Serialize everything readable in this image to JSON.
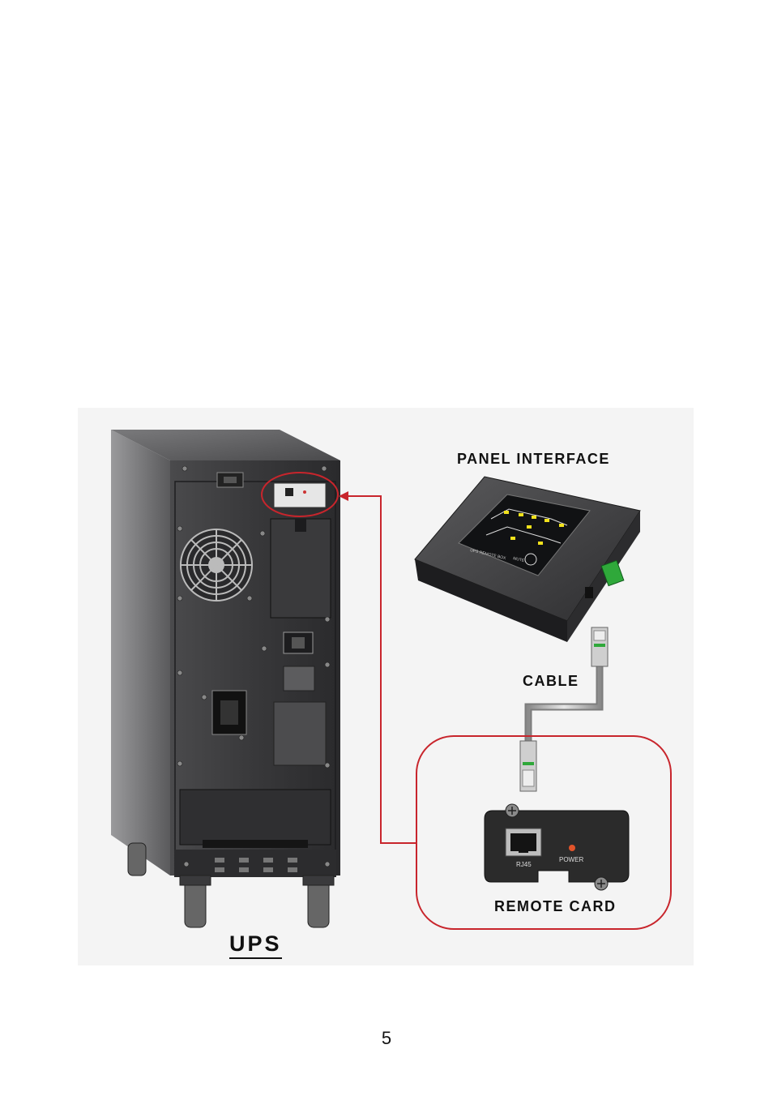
{
  "labels": {
    "panel_interface": "PANEL INTERFACE",
    "cable": "CABLE",
    "remote_card": "REMOTE CARD",
    "ups": "UPS",
    "rj45": "RJ45",
    "power": "POWER",
    "panel_box_text": "UPS REMOTE BOX",
    "panel_mute": "MUTE"
  },
  "colors": {
    "highlight": "#c8252c",
    "ups_body": "#3a3a3c",
    "card_body": "#2b2b2b",
    "connector_green": "#2fa83a",
    "led_yellow": "#f2e21c",
    "power_led": "#e2542a"
  },
  "page": {
    "number": "5"
  }
}
